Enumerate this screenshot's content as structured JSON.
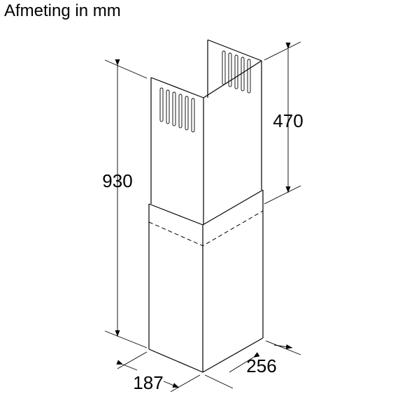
{
  "title": "Afmeting in mm",
  "dimensions": {
    "total_height": "930",
    "upper_height": "470",
    "depth": "187",
    "width": "256"
  }
}
